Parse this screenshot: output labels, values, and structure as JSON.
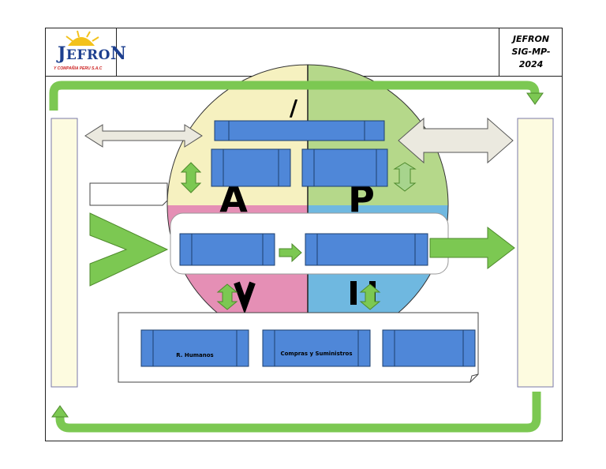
{
  "document": {
    "company_name": "JEFRON",
    "company_subtitle": "Y COMPAÑIA PERU S.A.C",
    "code_lines": [
      "JEFRON",
      "SIG-MP-",
      "2024"
    ]
  },
  "circle_letters": {
    "plan": "P",
    "act": "A"
  },
  "support_boxes": [
    {
      "label": "R. Humanos"
    },
    {
      "label": "Compras y Suministros"
    },
    {
      "label": ""
    }
  ],
  "colors": {
    "plan_quadrant": "#b5d88a",
    "act_quadrant": "#f6f1c0",
    "verify_quadrant": "#e58fb5",
    "do_quadrant": "#6fb8e0",
    "process_box": "#4f87d8",
    "arrow_green": "#7cc852",
    "side_panel": "#fdfbe0",
    "logo_blue": "#1d3f8f"
  }
}
